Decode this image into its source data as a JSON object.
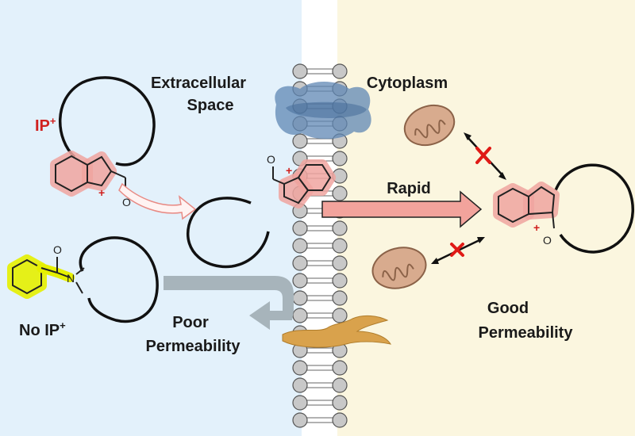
{
  "labels": {
    "extracellular": "Extracellular",
    "space": "Space",
    "cytoplasm": "Cytoplasm",
    "ip": "IP",
    "plus": "+",
    "no_ip": "No IP",
    "poor": "Poor",
    "permeability_left": "Permeability",
    "rapid": "Rapid",
    "good": "Good",
    "permeability_right": "Permeability"
  },
  "colors": {
    "extracellular_bg": "#e3f1fb",
    "cytoplasm_bg": "#fbf6df",
    "ip_accent": "#d0201e",
    "pink_highlight": "#f0a5a0",
    "yellow_highlight": "#e6f000",
    "membrane_head": "#c8c8c8",
    "transporter": "#6a8fb8",
    "receptor": "#d9a24c",
    "mitochondrion": "#d9b094",
    "poor_arrow": "#a7b4bb"
  }
}
